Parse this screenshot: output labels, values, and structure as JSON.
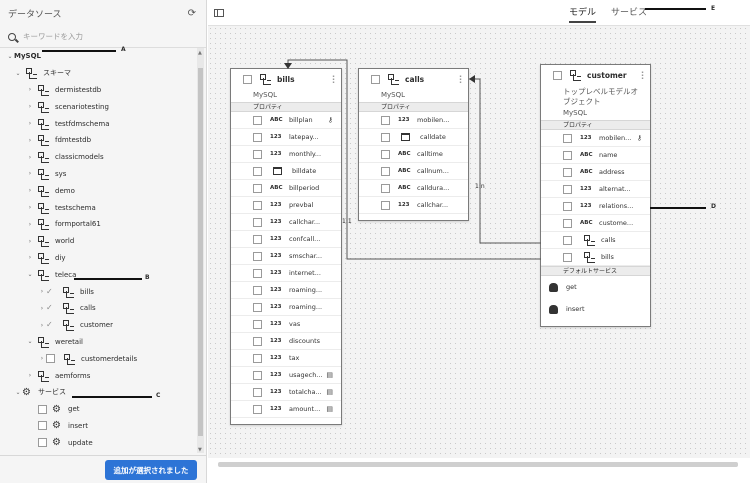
{
  "left_panel": {
    "title": "データソース",
    "search_placeholder": "キーワードを入力",
    "add_button": "追加が選択されました",
    "tree": {
      "mysql": "MySQL",
      "schema": "スキーマ",
      "databases": [
        "dermistestdb",
        "scenariotesting",
        "testfdmschema",
        "fdmtestdb",
        "classicmodels",
        "sys",
        "demo",
        "testschema",
        "formportal61",
        "world",
        "diy"
      ],
      "teleca": "teleca",
      "teleca_tables": [
        "bills",
        "calls",
        "customer"
      ],
      "weretail": "weretail",
      "weretail_tables": [
        "customerdetails"
      ],
      "aemforms": "aemforms",
      "services": "サービス",
      "service_items": [
        "get",
        "insert",
        "update"
      ]
    }
  },
  "top_tabs": {
    "model": "モデル",
    "service": "サービス"
  },
  "annotations": {
    "A": "A",
    "B": "B",
    "C": "C",
    "D": "D",
    "E": "E"
  },
  "section_label": "プロパティ",
  "cards": {
    "bills": {
      "title": "bills",
      "source": "MySQL",
      "fields": [
        {
          "type": "ABC",
          "name": "billplan"
        },
        {
          "type": "123",
          "name": "latepay..."
        },
        {
          "type": "123",
          "name": "monthly..."
        },
        {
          "type": "cal",
          "name": "billdate"
        },
        {
          "type": "ABC",
          "name": "billperiod"
        },
        {
          "type": "123",
          "name": "prevbal"
        },
        {
          "type": "123",
          "name": "callchar..."
        },
        {
          "type": "123",
          "name": "confcall..."
        },
        {
          "type": "123",
          "name": "smschar..."
        },
        {
          "type": "123",
          "name": "internet..."
        },
        {
          "type": "123",
          "name": "roaming..."
        },
        {
          "type": "123",
          "name": "roaming..."
        },
        {
          "type": "123",
          "name": "vas"
        },
        {
          "type": "123",
          "name": "discounts"
        },
        {
          "type": "123",
          "name": "tax"
        },
        {
          "type": "123",
          "name": "usagech..."
        },
        {
          "type": "123",
          "name": "totalcha..."
        },
        {
          "type": "123",
          "name": "amount..."
        }
      ]
    },
    "calls": {
      "title": "calls",
      "source": "MySQL",
      "fields": [
        {
          "type": "123",
          "name": "mobilen..."
        },
        {
          "type": "cal",
          "name": "calldate"
        },
        {
          "type": "ABC",
          "name": "calltime"
        },
        {
          "type": "ABC",
          "name": "callnum..."
        },
        {
          "type": "ABC",
          "name": "calldura..."
        },
        {
          "type": "123",
          "name": "callchar..."
        }
      ]
    },
    "customer": {
      "title": "customer",
      "subtitle": "トップレベルモデルオブジェクト",
      "source": "MySQL",
      "fields": [
        {
          "type": "123",
          "name": "mobilen..."
        },
        {
          "type": "ABC",
          "name": "name"
        },
        {
          "type": "ABC",
          "name": "address"
        },
        {
          "type": "123",
          "name": "alternat..."
        },
        {
          "type": "123",
          "name": "relations..."
        },
        {
          "type": "ABC",
          "name": "custome..."
        },
        {
          "type": "tbl",
          "name": "calls"
        },
        {
          "type": "tbl",
          "name": "bills"
        }
      ],
      "services_label": "デフォルトサービス",
      "services": [
        "get",
        "insert"
      ]
    }
  },
  "relations": {
    "bills_customer": "1:1",
    "calls_customer": "1:n"
  },
  "colors": {
    "accent": "#2d74d6"
  }
}
